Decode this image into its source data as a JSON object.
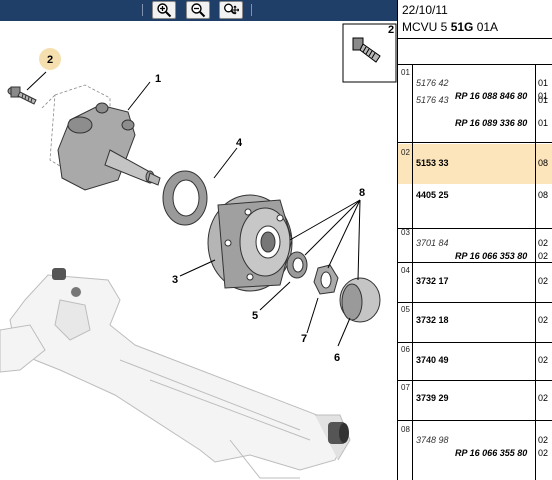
{
  "toolbar": {
    "buttons": [
      {
        "name": "zoom-in-icon"
      },
      {
        "name": "zoom-out-icon"
      },
      {
        "name": "zoom-move-icon"
      }
    ]
  },
  "diagram": {
    "callouts": [
      "1",
      "2",
      "2",
      "3",
      "4",
      "5",
      "6",
      "7",
      "8"
    ]
  },
  "header": {
    "date": "22/10/11",
    "model_prefix": "MCVU 5 ",
    "model_bold": "51G",
    "model_suffix": " 01A"
  },
  "parts": [
    {
      "group": "01",
      "ref": "5176 42",
      "ref_style": "italic",
      "rp": "",
      "qty": "01",
      "selected": false
    },
    {
      "group": "",
      "ref": "",
      "ref_style": "",
      "rp": "RP 16 088 846 80",
      "qty": "01",
      "selected": false
    },
    {
      "group": "",
      "ref": "5176 43",
      "ref_style": "italic",
      "rp": "",
      "qty": "01",
      "selected": false
    },
    {
      "group": "",
      "ref": "",
      "ref_style": "",
      "rp": "RP 16 089 336 80",
      "qty": "01",
      "selected": false
    },
    {
      "group": "02",
      "ref": "5153 33",
      "ref_style": "bold",
      "rp": "",
      "qty": "08",
      "selected": true
    },
    {
      "group": "",
      "ref": "4405 25",
      "ref_style": "bold",
      "rp": "",
      "qty": "08",
      "selected": false
    },
    {
      "group": "03",
      "ref": "3701 84",
      "ref_style": "italic",
      "rp": "",
      "qty": "02",
      "selected": false
    },
    {
      "group": "",
      "ref": "",
      "ref_style": "",
      "rp": "RP 16 066 353 80",
      "qty": "02",
      "selected": false
    },
    {
      "group": "04",
      "ref": "3732 17",
      "ref_style": "bold",
      "rp": "",
      "qty": "02",
      "selected": false
    },
    {
      "group": "05",
      "ref": "3732 18",
      "ref_style": "bold",
      "rp": "",
      "qty": "02",
      "selected": false
    },
    {
      "group": "06",
      "ref": "3740 49",
      "ref_style": "bold",
      "rp": "",
      "qty": "02",
      "selected": false
    },
    {
      "group": "07",
      "ref": "3739 29",
      "ref_style": "bold",
      "rp": "",
      "qty": "02",
      "selected": false
    },
    {
      "group": "08",
      "ref": "3748 98",
      "ref_style": "italic",
      "rp": "",
      "qty": "02",
      "selected": false
    },
    {
      "group": "",
      "ref": "",
      "ref_style": "",
      "rp": "RP 16 066 355 80",
      "qty": "02",
      "selected": false
    }
  ],
  "colors": {
    "toolbar": "#1f3f69",
    "selected_row": "#fce4bb",
    "callout_2_bg": "#f6dfae"
  }
}
